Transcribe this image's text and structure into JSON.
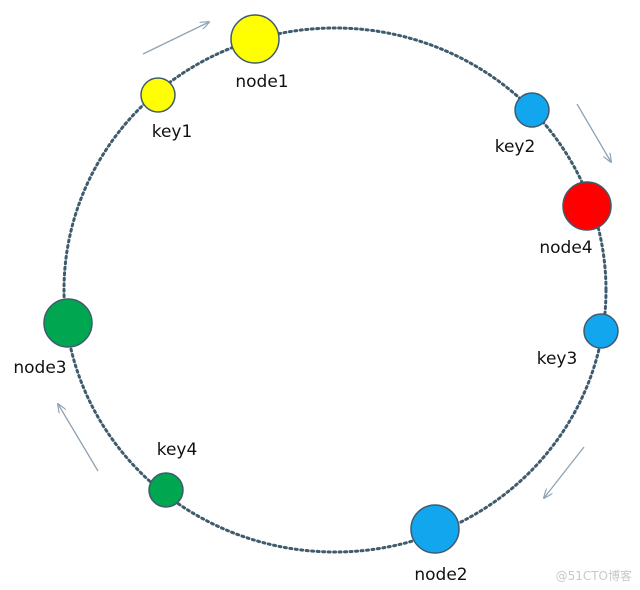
{
  "diagram": {
    "nodes": [
      {
        "id": "node1",
        "label": "node1",
        "color": "#FFFF00"
      },
      {
        "id": "node2",
        "label": "node2",
        "color": "#12A6EE"
      },
      {
        "id": "node3",
        "label": "node3",
        "color": "#00A650"
      },
      {
        "id": "node4",
        "label": "node4",
        "color": "#FF0000"
      }
    ],
    "keys": [
      {
        "id": "key1",
        "label": "key1",
        "color": "#FFFF00"
      },
      {
        "id": "key2",
        "label": "key2",
        "color": "#12A6EE"
      },
      {
        "id": "key3",
        "label": "key3",
        "color": "#12A6EE"
      },
      {
        "id": "key4",
        "label": "key4",
        "color": "#00A650"
      }
    ],
    "ring_color": "#3F5B6E",
    "outline_color": "#3F5B6E",
    "arrow_color": "#8FA3B5"
  },
  "watermark": "@51CTO博客"
}
